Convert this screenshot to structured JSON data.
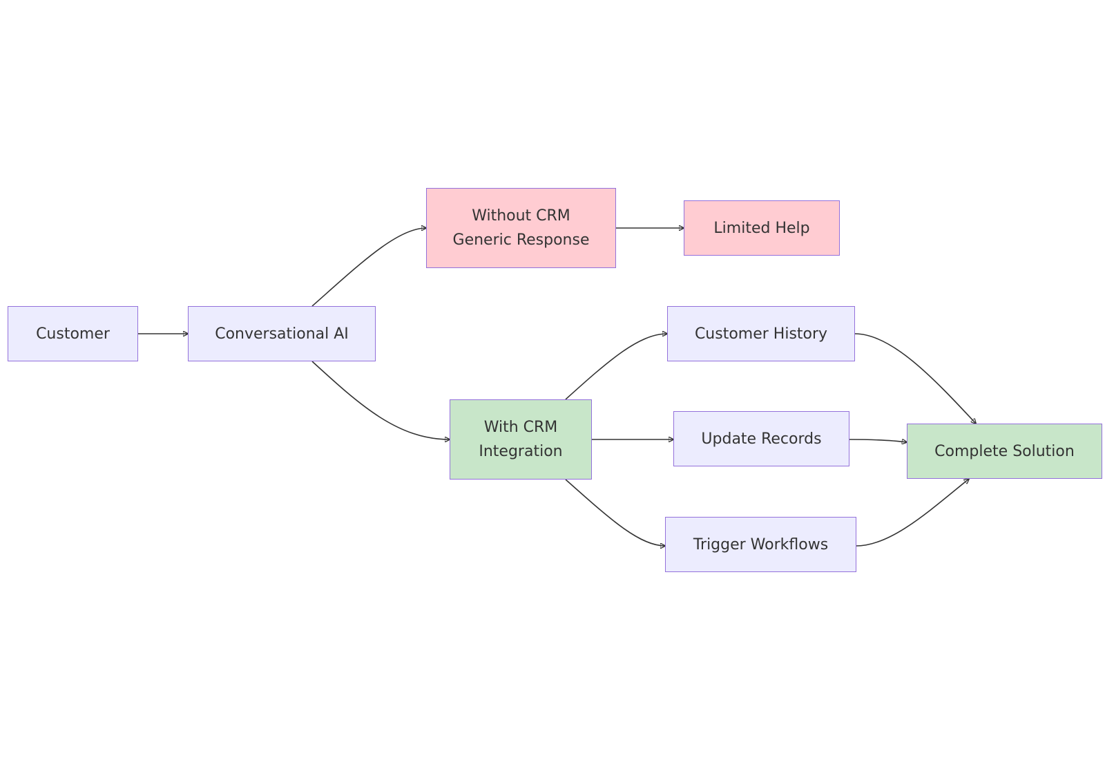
{
  "diagram": {
    "nodes": {
      "customer": {
        "label": "Customer"
      },
      "ai": {
        "label": "Conversational AI"
      },
      "without": {
        "line1": "Without CRM",
        "line2": "Generic Response"
      },
      "limited": {
        "label": "Limited Help"
      },
      "with": {
        "line1": "With CRM",
        "line2": "Integration"
      },
      "history": {
        "label": "Customer History"
      },
      "update": {
        "label": "Update Records"
      },
      "trigger": {
        "label": "Trigger Workflows"
      },
      "complete": {
        "label": "Complete Solution"
      }
    },
    "edges": [
      {
        "from": "customer",
        "to": "ai"
      },
      {
        "from": "ai",
        "to": "without"
      },
      {
        "from": "ai",
        "to": "with"
      },
      {
        "from": "without",
        "to": "limited"
      },
      {
        "from": "with",
        "to": "history"
      },
      {
        "from": "with",
        "to": "update"
      },
      {
        "from": "with",
        "to": "trigger"
      },
      {
        "from": "history",
        "to": "complete"
      },
      {
        "from": "update",
        "to": "complete"
      },
      {
        "from": "trigger",
        "to": "complete"
      }
    ],
    "colors": {
      "default_fill": "#ececfe",
      "negative_fill": "#ffccd2",
      "positive_fill": "#c8e6c9",
      "border": "#9370db",
      "edge": "#333333",
      "text": "#333333"
    }
  }
}
